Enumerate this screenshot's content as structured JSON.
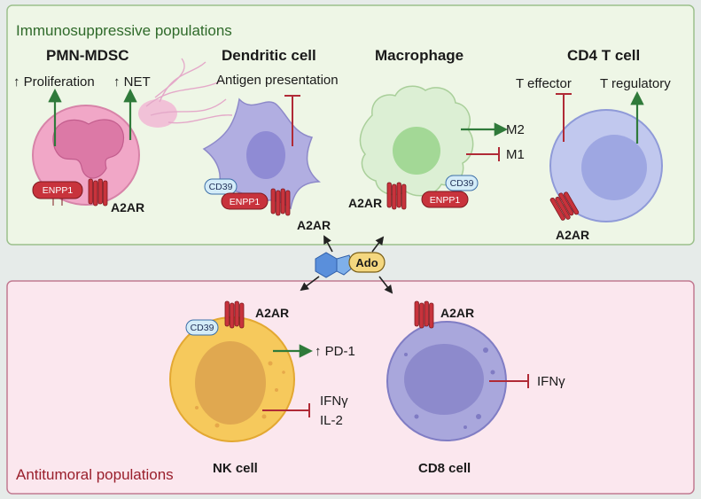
{
  "sections": {
    "immunosuppressive": "Immunosuppressive populations",
    "antitumoral": "Antitumoral populations"
  },
  "cells": {
    "pmn_mdsc": {
      "title": "PMN-MDSC",
      "effects": [
        "↑ Proliferation",
        "↑ NET"
      ],
      "enzyme": "ENPP1",
      "receptor": "A2AR"
    },
    "dendritic": {
      "title": "Dendritic cell",
      "effect": "Antigen presentation",
      "ectoenzymes": [
        "CD39",
        "ENPP1"
      ],
      "receptor": "A2AR"
    },
    "macrophage": {
      "title": "Macrophage",
      "effects": [
        "M2",
        "M1"
      ],
      "ectoenzymes": [
        "ENPP1",
        "CD39"
      ],
      "receptor": "A2AR"
    },
    "cd4": {
      "title": "CD4 T cell",
      "effects": [
        "T effector",
        "T regulatory"
      ],
      "receptor": "A2AR"
    },
    "nk": {
      "title": "NK cell",
      "ectoenzyme": "CD39",
      "receptor": "A2AR",
      "up_effect": "↑ PD-1",
      "inhibited": [
        "IFNγ",
        "IL-2"
      ]
    },
    "cd8": {
      "title": "CD8 cell",
      "receptor": "A2AR",
      "inhibited": "IFNγ"
    }
  },
  "center": {
    "molecule": "Ado"
  },
  "colors": {
    "top_panel_bg": "#eef6e6",
    "top_panel_border": "#9cc08c",
    "bottom_panel_bg": "#fbe7ee",
    "bottom_panel_border": "#c27a91",
    "stimulate": "#2f7a3a",
    "inhibit": "#b02a36",
    "receptor": "#c8333c"
  }
}
